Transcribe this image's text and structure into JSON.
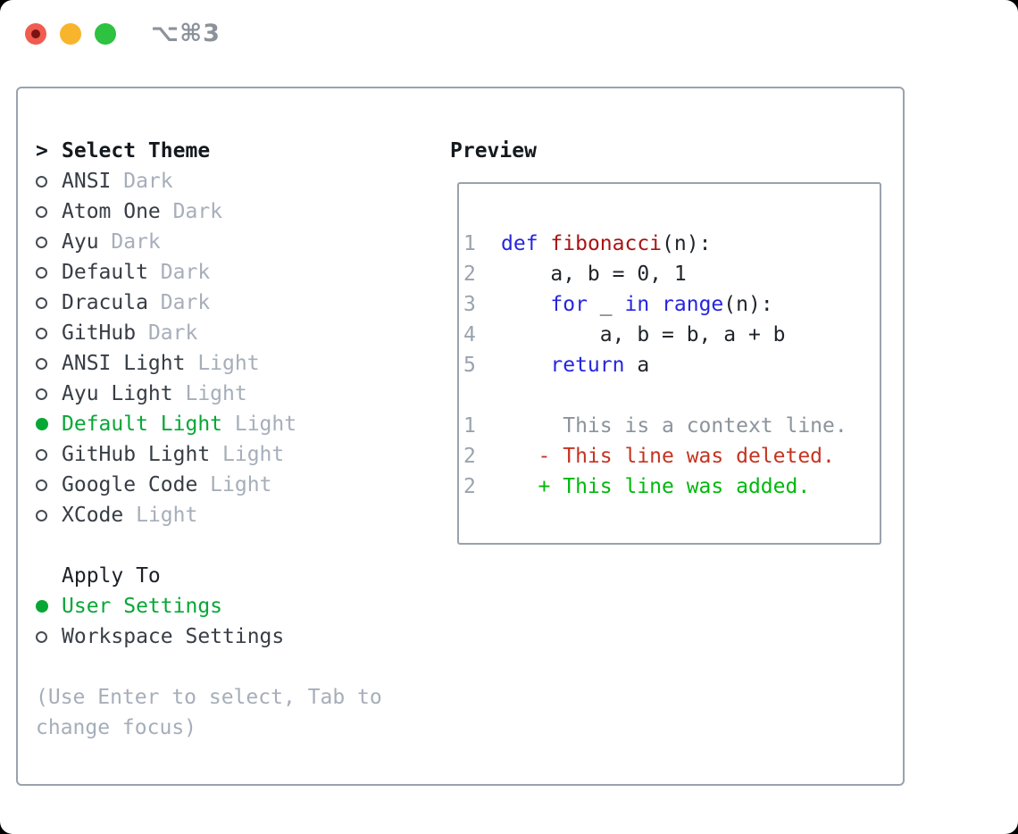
{
  "window": {
    "title": "⌥⌘3",
    "traffic_lights": [
      "close",
      "minimize",
      "zoom"
    ]
  },
  "colors": {
    "selected_green": "#07a736",
    "diff_added_green": "#01b80c",
    "diff_deleted_red": "#c43420",
    "keyword_blue": "#2525df",
    "function_red": "#a81414",
    "muted_gray": "#a6aeba",
    "panel_border": "#9aa2ac"
  },
  "theme_selector": {
    "prompt": ">",
    "header": "Select Theme",
    "items": [
      {
        "name": "ANSI",
        "variant": "Dark",
        "selected": false
      },
      {
        "name": "Atom One",
        "variant": "Dark",
        "selected": false
      },
      {
        "name": "Ayu",
        "variant": "Dark",
        "selected": false
      },
      {
        "name": "Default",
        "variant": "Dark",
        "selected": false
      },
      {
        "name": "Dracula",
        "variant": "Dark",
        "selected": false
      },
      {
        "name": "GitHub",
        "variant": "Dark",
        "selected": false
      },
      {
        "name": "ANSI Light",
        "variant": "Light",
        "selected": false
      },
      {
        "name": "Ayu Light",
        "variant": "Light",
        "selected": false
      },
      {
        "name": "Default Light",
        "variant": "Light",
        "selected": true
      },
      {
        "name": "GitHub Light",
        "variant": "Light",
        "selected": false
      },
      {
        "name": "Google Code",
        "variant": "Light",
        "selected": false
      },
      {
        "name": "XCode",
        "variant": "Light",
        "selected": false
      }
    ],
    "apply_to": {
      "header": "Apply To",
      "options": [
        {
          "label": "User Settings",
          "selected": true
        },
        {
          "label": "Workspace Settings",
          "selected": false
        }
      ]
    },
    "hint_line1": "(Use Enter to select, Tab to",
    "hint_line2": "change focus)"
  },
  "preview": {
    "header": "Preview",
    "code_lines": [
      {
        "num": "1",
        "tokens": [
          {
            "t": "def",
            "c": "kw"
          },
          {
            "t": " ",
            "c": "pl"
          },
          {
            "t": "fibonacci",
            "c": "fn"
          },
          {
            "t": "(n):",
            "c": "pl"
          }
        ]
      },
      {
        "num": "2",
        "tokens": [
          {
            "t": "    a, b = 0, 1",
            "c": "pl"
          }
        ]
      },
      {
        "num": "3",
        "tokens": [
          {
            "t": "    ",
            "c": "pl"
          },
          {
            "t": "for",
            "c": "kw"
          },
          {
            "t": " _ ",
            "c": "pl"
          },
          {
            "t": "in",
            "c": "kw"
          },
          {
            "t": " ",
            "c": "pl"
          },
          {
            "t": "range",
            "c": "kw"
          },
          {
            "t": "(n):",
            "c": "pl"
          }
        ]
      },
      {
        "num": "4",
        "tokens": [
          {
            "t": "        a, b = b, a + b",
            "c": "pl"
          }
        ]
      },
      {
        "num": "5",
        "tokens": [
          {
            "t": "    ",
            "c": "pl"
          },
          {
            "t": "return",
            "c": "kw"
          },
          {
            "t": " a",
            "c": "pl"
          }
        ]
      },
      {
        "num": "",
        "tokens": []
      },
      {
        "num": "1",
        "tokens": [
          {
            "t": "     This is a context line.",
            "c": "ctx"
          }
        ]
      },
      {
        "num": "2",
        "tokens": [
          {
            "t": "   - This line was deleted.",
            "c": "del"
          }
        ]
      },
      {
        "num": "2",
        "tokens": [
          {
            "t": "   + This line was added.",
            "c": "add"
          }
        ]
      }
    ]
  }
}
